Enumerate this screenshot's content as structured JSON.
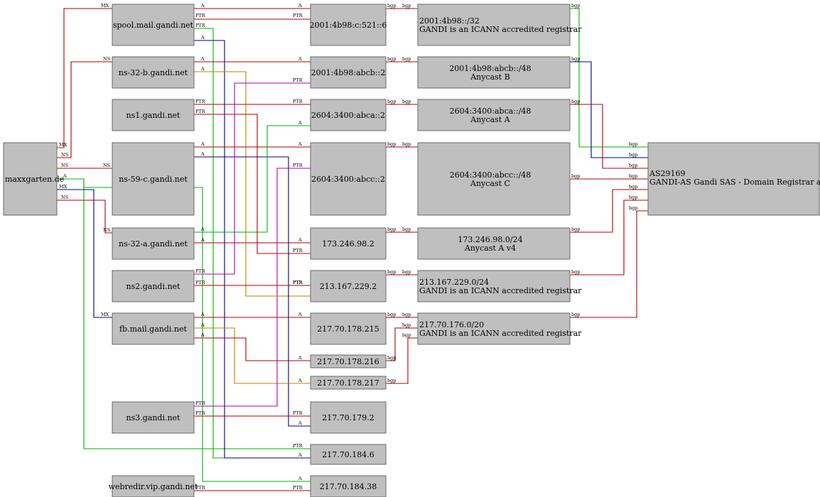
{
  "colors": {
    "red": "#b00000",
    "blue": "#000080",
    "green": "#00b000",
    "magenta": "#b000b0",
    "orange": "#c08000",
    "box_fill": "#c0bfc0"
  },
  "domain": {
    "label": "maxxgarten.de"
  },
  "hosts": [
    {
      "id": "spool",
      "label": "spool.mail.gandi.net"
    },
    {
      "id": "ns32b",
      "label": "ns-32-b.gandi.net"
    },
    {
      "id": "ns1",
      "label": "ns1.gandi.net"
    },
    {
      "id": "ns59c",
      "label": "ns-59-c.gandi.net"
    },
    {
      "id": "ns32a",
      "label": "ns-32-a.gandi.net"
    },
    {
      "id": "ns2",
      "label": "ns2.gandi.net"
    },
    {
      "id": "fbmail",
      "label": "fb.mail.gandi.net"
    },
    {
      "id": "ns3",
      "label": "ns3.gandi.net"
    },
    {
      "id": "webredir",
      "label": "webredir.vip.gandi.net"
    }
  ],
  "ips": [
    {
      "id": "ip1",
      "label": "2001:4b98:c:521::6"
    },
    {
      "id": "ip2",
      "label": "2001:4b98:abcb::2"
    },
    {
      "id": "ip3",
      "label": "2604:3400:abca::2"
    },
    {
      "id": "ip4",
      "label": "2604:3400:abcc::2"
    },
    {
      "id": "ip5",
      "label": "173.246.98.2"
    },
    {
      "id": "ip6",
      "label": "213.167.229.2"
    },
    {
      "id": "ip7",
      "label": "217.70.178.215"
    },
    {
      "id": "ip8",
      "label": "217.70.178.216"
    },
    {
      "id": "ip9",
      "label": "217.70.178.217"
    },
    {
      "id": "ip10",
      "label": "217.70.179.2"
    },
    {
      "id": "ip11",
      "label": "217.70.184.6"
    },
    {
      "id": "ip12",
      "label": "217.70.184.38"
    }
  ],
  "prefixes": [
    {
      "id": "p1",
      "lines": [
        "2001:4b98::/32",
        "GANDI is an ICANN accredited registrar"
      ]
    },
    {
      "id": "p2",
      "lines": [
        "2001:4b98:abcb::/48",
        "Anycast B"
      ]
    },
    {
      "id": "p3",
      "lines": [
        "2604:3400:abca::/48",
        "Anycast A"
      ]
    },
    {
      "id": "p4",
      "lines": [
        "2604:3400:abcc::/48",
        "Anycast C"
      ]
    },
    {
      "id": "p5",
      "lines": [
        "173.246.98.0/24",
        "Anycast A v4"
      ]
    },
    {
      "id": "p6",
      "lines": [
        "213.167.229.0/24",
        "GANDI is an ICANN accredited registrar"
      ]
    },
    {
      "id": "p7",
      "lines": [
        "217.70.176.0/20",
        "GANDI is an ICANN accredited registrar"
      ]
    }
  ],
  "asn": {
    "lines": [
      "AS29169",
      "GANDI-AS Gandi SAS - Domain Registrar an"
    ]
  },
  "edge_labels": {
    "mx": "MX",
    "ns": "NS",
    "a": "A",
    "ptr": "PTR",
    "bgp": "bgp"
  }
}
